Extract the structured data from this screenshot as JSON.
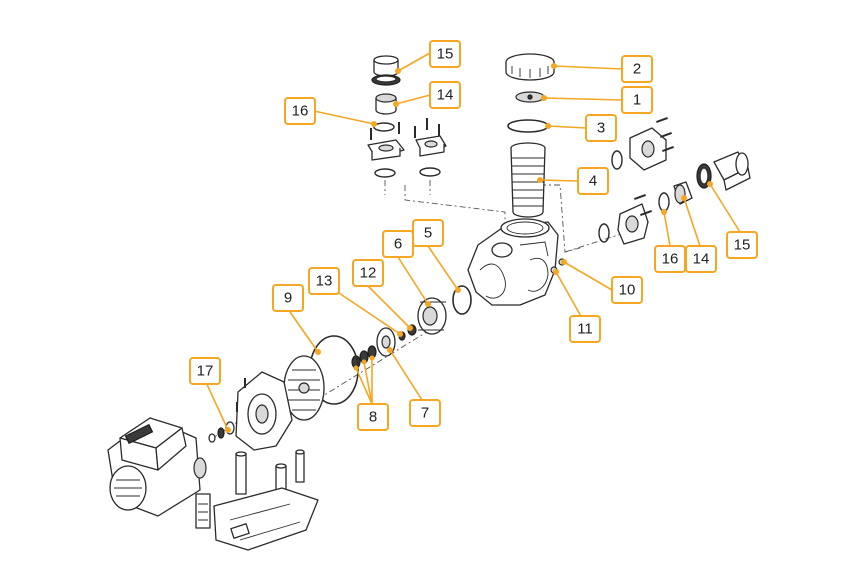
{
  "colors": {
    "accent": "#f5a623",
    "line": "#2b2b2b"
  },
  "callouts": [
    {
      "id": "c1",
      "label": "1"
    },
    {
      "id": "c2",
      "label": "2"
    },
    {
      "id": "c3",
      "label": "3"
    },
    {
      "id": "c4",
      "label": "4"
    },
    {
      "id": "c5",
      "label": "5"
    },
    {
      "id": "c6",
      "label": "6"
    },
    {
      "id": "c7",
      "label": "7"
    },
    {
      "id": "c8",
      "label": "8"
    },
    {
      "id": "c9",
      "label": "9"
    },
    {
      "id": "c10",
      "label": "10"
    },
    {
      "id": "c11",
      "label": "11"
    },
    {
      "id": "c12",
      "label": "12"
    },
    {
      "id": "c13",
      "label": "13"
    },
    {
      "id": "c14a",
      "label": "14"
    },
    {
      "id": "c14b",
      "label": "14"
    },
    {
      "id": "c15a",
      "label": "15"
    },
    {
      "id": "c15b",
      "label": "15"
    },
    {
      "id": "c16a",
      "label": "16"
    },
    {
      "id": "c16b",
      "label": "16"
    },
    {
      "id": "c17",
      "label": "17"
    }
  ]
}
